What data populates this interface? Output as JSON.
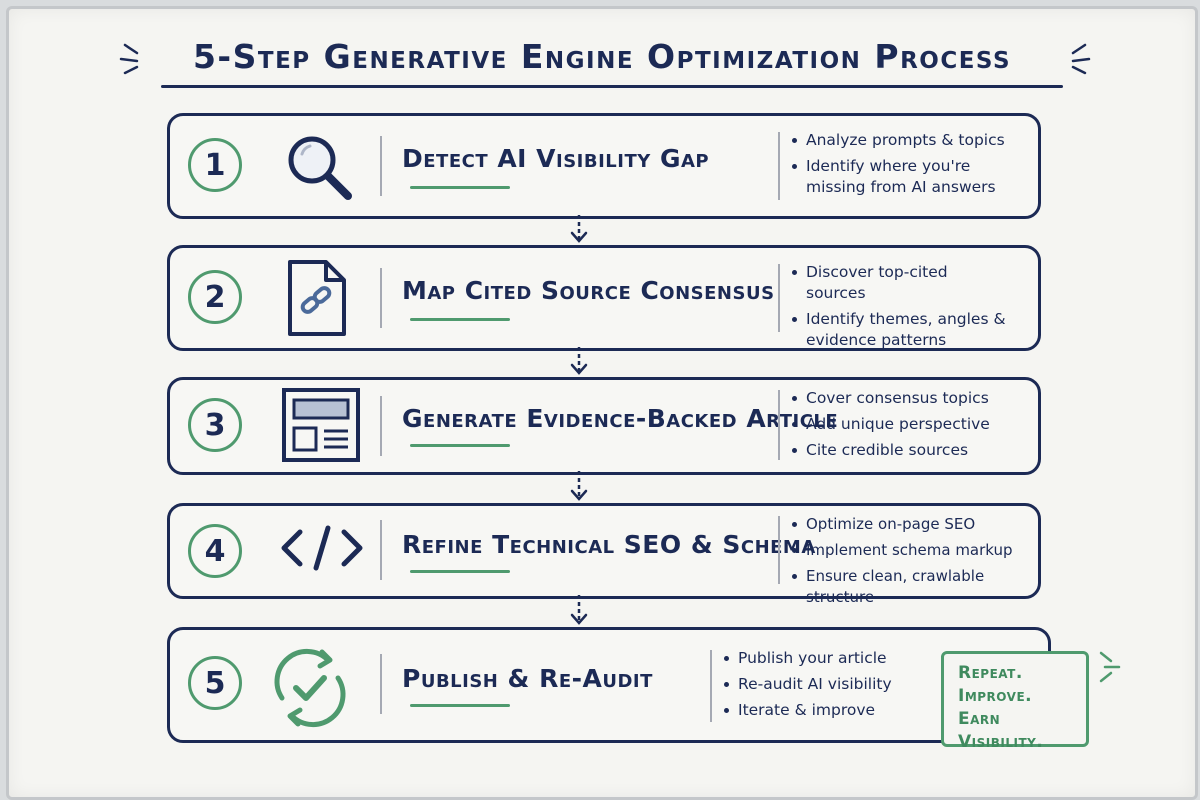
{
  "title": "5-Step Generative Engine Optimization Process",
  "colors": {
    "ink": "#1c2a55",
    "accent": "#4f9a6e",
    "board": "#f5f5f2"
  },
  "steps": [
    {
      "number": "1",
      "title": "Detect AI Visibility Gap",
      "icon": "magnifying-glass-icon",
      "bullets": [
        "Analyze prompts & topics",
        "Identify where you're missing from AI answers"
      ]
    },
    {
      "number": "2",
      "title": "Map Cited Source Consensus",
      "icon": "linked-document-icon",
      "bullets": [
        "Discover top-cited sources",
        "Identify themes, angles & evidence patterns"
      ]
    },
    {
      "number": "3",
      "title": "Generate Evidence-Backed Article",
      "icon": "article-layout-icon",
      "bullets": [
        "Cover consensus topics",
        "Add unique perspective",
        "Cite credible sources"
      ]
    },
    {
      "number": "4",
      "title": "Refine Technical SEO & Schema",
      "icon": "code-brackets-icon",
      "bullets": [
        "Optimize on-page SEO",
        "Implement schema markup",
        "Ensure clean, crawlable structure"
      ]
    },
    {
      "number": "5",
      "title": "Publish & Re-Audit",
      "icon": "refresh-check-icon",
      "bullets": [
        "Publish your article",
        "Re-audit AI visibility",
        "Iterate & improve"
      ]
    }
  ],
  "callout": {
    "lines": [
      "Repeat.",
      "Improve.",
      "Earn Visibility."
    ]
  }
}
